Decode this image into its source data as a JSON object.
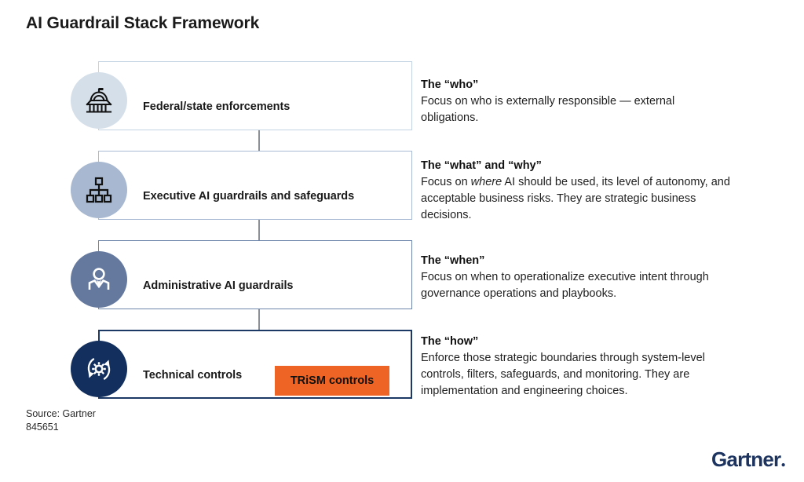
{
  "page": {
    "title": "AI Guardrail Stack Framework",
    "background": "#ffffff"
  },
  "colors": {
    "accent_orange": "#ee6424",
    "brand_navy": "#1d3461",
    "layer1_circle": "#d4dfe9",
    "layer2_circle": "#a7b8d0",
    "layer3_circle": "#65799f",
    "layer4_circle": "#122f5d",
    "layer1_border": "#c3d3e3",
    "layer2_border": "#a9bbd4",
    "layer3_border": "#6d84ab",
    "layer4_border": "#1c3864",
    "connector": "#8a8f98"
  },
  "layers": [
    {
      "icon": "capitol-building-icon",
      "label": "Federal/state enforcements",
      "desc_title": "The “who”",
      "desc_body": "Focus on who is externally responsible — external obligations.",
      "badge": null
    },
    {
      "icon": "org-hierarchy-icon",
      "label": "Executive AI guardrails and safeguards",
      "desc_title": "The “what” and “why”",
      "desc_body_pre": "Focus on ",
      "desc_body_em": "where",
      "desc_body_post": " AI should be used, its level of autonomy, and acceptable business risks. They are strategic business decisions.",
      "badge": null
    },
    {
      "icon": "person-user-icon",
      "label": "Administrative AI guardrails",
      "desc_title": "The “when”",
      "desc_body": "Focus on when to operationalize executive intent through governance operations and playbooks.",
      "badge": null
    },
    {
      "icon": "gear-refresh-icon",
      "label": "Technical controls",
      "desc_title": "The “how”",
      "desc_body": "Enforce those strategic boundaries through system-level controls, filters, safeguards, and monitoring. They are implementation and engineering choices.",
      "badge": "TRiSM controls"
    }
  ],
  "footer": {
    "source": "Source: Gartner",
    "doc_id": "845651",
    "logo_text": "Gartner",
    "logo_dot": "."
  }
}
